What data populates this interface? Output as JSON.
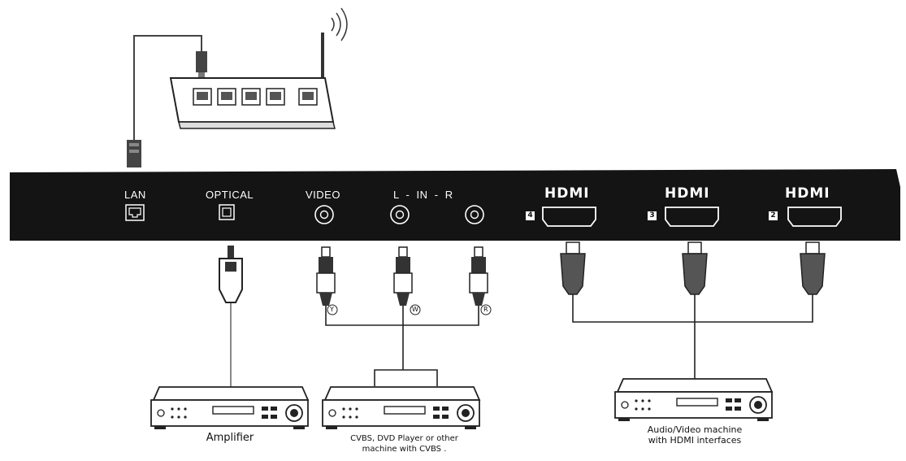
{
  "panel": {
    "lan_label": "LAN",
    "optical_label": "OPTICAL",
    "video_label": "VIDEO",
    "audio_label": "L  -  IN  -  R",
    "hdmi_logo": "HDMI",
    "hdmi_ports": [
      {
        "number": "4"
      },
      {
        "number": "3"
      },
      {
        "number": "2"
      }
    ]
  },
  "connector_badges": {
    "video": "Y",
    "audio_left": "W",
    "audio_right": "R"
  },
  "devices": {
    "amplifier": "Amplifier",
    "cvbs_line1": "CVBS, DVD Player or other",
    "cvbs_line2": "machine with CVBS .",
    "av_line1": "Audio/Video machine",
    "av_line2": "with HDMI interfaces"
  },
  "icons": [
    "router-icon",
    "ethernet-plug-icon",
    "optical-plug-icon",
    "rca-plug-icon",
    "hdmi-plug-icon",
    "av-receiver-icon",
    "wifi-waves-icon"
  ]
}
